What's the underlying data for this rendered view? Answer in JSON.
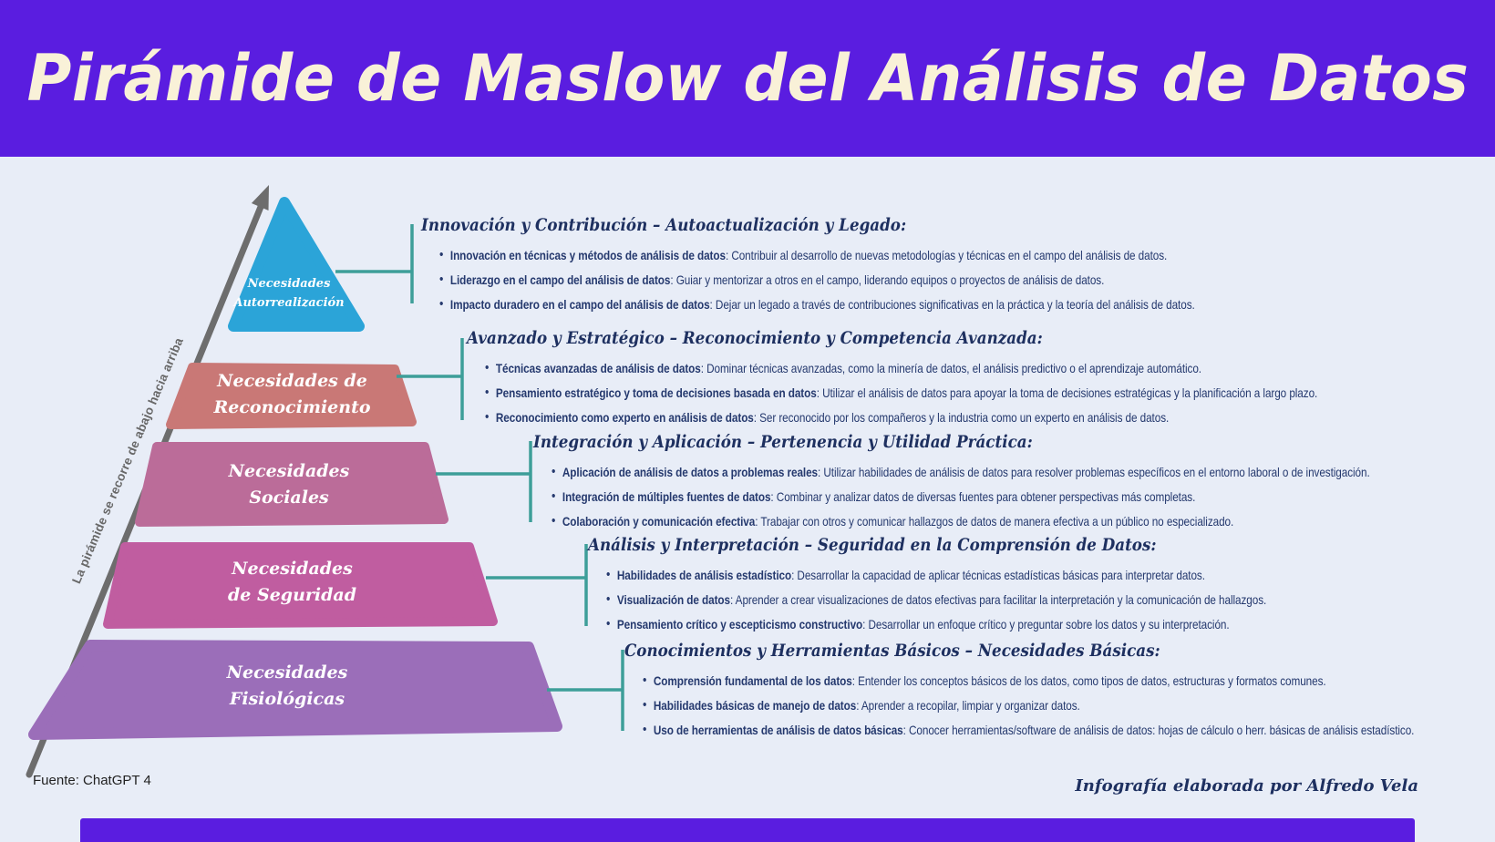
{
  "header": {
    "title": "Pirámide de Maslow del Análisis de Datos"
  },
  "colors": {
    "banner_bg": "#5a1de0",
    "title_text": "#f9f1d8",
    "background": "#e8edf7",
    "connector_teal": "#3d9e99",
    "heading_navy": "#1e3060",
    "body_navy": "#25396e",
    "arrow_gray": "#6d6d6d",
    "level_autorrealizacion": "#2ba4d8",
    "level_reconocimiento": "#c97876",
    "level_sociales": "#bb6c99",
    "level_seguridad": "#c05da0",
    "level_fisiologicas": "#9b6eb9"
  },
  "pyramid": {
    "arrow_label": "La pirámide se recorre de abajo hacia arriba",
    "levels": [
      {
        "line1": "Necesidades",
        "line2": "Autorrealización"
      },
      {
        "line1": "Necesidades de",
        "line2": "Reconocimiento"
      },
      {
        "line1": "Necesidades",
        "line2": "Sociales"
      },
      {
        "line1": "Necesidades",
        "line2": "de Seguridad"
      },
      {
        "line1": "Necesidades",
        "line2": "Fisiológicas"
      }
    ]
  },
  "sections": [
    {
      "title": "Innovación y Contribución – Autoactualización y Legado:",
      "bullets": [
        {
          "lead": "Innovación en técnicas y métodos de análisis de datos",
          "rest": ": Contribuir al desarrollo de nuevas metodologías y técnicas en el campo del análisis de datos."
        },
        {
          "lead": "Liderazgo en el campo del análisis de datos",
          "rest": ": Guiar y mentorizar a otros en el campo, liderando equipos o proyectos de análisis de datos."
        },
        {
          "lead": "Impacto duradero en el campo del análisis de datos",
          "rest": ": Dejar un legado a través de contribuciones significativas en la práctica y la teoría del análisis de datos."
        }
      ]
    },
    {
      "title": "Avanzado y Estratégico – Reconocimiento y Competencia Avanzada:",
      "bullets": [
        {
          "lead": "Técnicas avanzadas de análisis de datos",
          "rest": ": Dominar técnicas avanzadas, como la minería de datos, el análisis predictivo o el aprendizaje automático."
        },
        {
          "lead": "Pensamiento estratégico y toma de decisiones basada en datos",
          "rest": ": Utilizar el análisis de datos para apoyar la toma de decisiones estratégicas y la planificación a largo plazo."
        },
        {
          "lead": "Reconocimiento como experto en análisis de datos",
          "rest": ": Ser reconocido por los compañeros y la industria como un experto en análisis de datos."
        }
      ]
    },
    {
      "title": "Integración y Aplicación – Pertenencia y Utilidad Práctica:",
      "bullets": [
        {
          "lead": "Aplicación de análisis de datos a problemas reales",
          "rest": ": Utilizar habilidades de análisis de datos para resolver problemas específicos en el entorno laboral o de investigación."
        },
        {
          "lead": "Integración de múltiples fuentes de datos",
          "rest": ": Combinar y analizar datos de diversas fuentes para obtener perspectivas más completas."
        },
        {
          "lead": "Colaboración y comunicación efectiva",
          "rest": ": Trabajar con otros y comunicar hallazgos de datos de manera efectiva a un público no especializado."
        }
      ]
    },
    {
      "title": "Análisis y Interpretación – Seguridad en la Comprensión de Datos:",
      "bullets": [
        {
          "lead": "Habilidades de análisis estadístico",
          "rest": ": Desarrollar la capacidad de aplicar técnicas estadísticas básicas para interpretar datos."
        },
        {
          "lead": "Visualización de datos",
          "rest": ": Aprender a crear visualizaciones de datos efectivas para facilitar la interpretación y la comunicación de hallazgos."
        },
        {
          "lead": "Pensamiento crítico y escepticismo constructivo",
          "rest": ": Desarrollar un enfoque crítico y preguntar sobre los datos y su interpretación."
        }
      ]
    },
    {
      "title": "Conocimientos y Herramientas Básicos – Necesidades Básicas:",
      "bullets": [
        {
          "lead": "Comprensión fundamental de los datos",
          "rest": ": Entender los conceptos básicos de los datos, como tipos de datos, estructuras y formatos comunes."
        },
        {
          "lead": "Habilidades básicas de manejo de datos",
          "rest": ": Aprender a recopilar, limpiar y organizar datos."
        },
        {
          "lead": "Uso de herramientas de análisis de datos básicas",
          "rest": ": Conocer herramientas/software de análisis de datos: hojas de cálculo o herr. básicas de análisis estadístico."
        }
      ]
    }
  ],
  "footer": {
    "source": "Fuente: ChatGPT 4",
    "credit": "Infografía elaborada por Alfredo Vela"
  }
}
